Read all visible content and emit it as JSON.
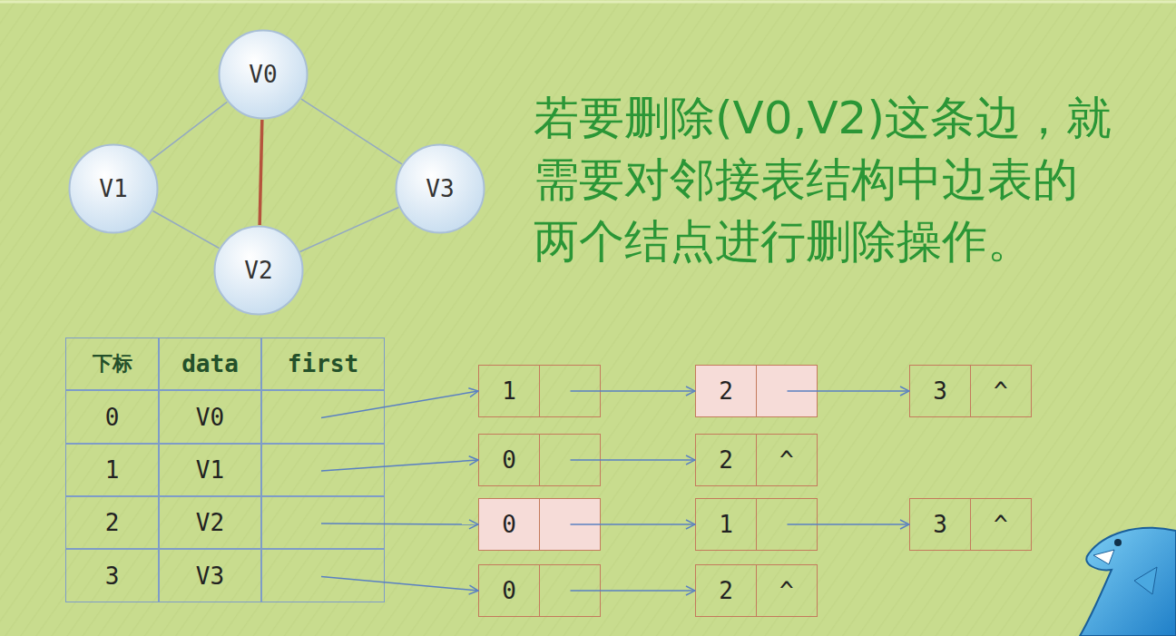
{
  "diagram": {
    "nodes": [
      {
        "text": [
          "V0"
        ]
      },
      {
        "text": [
          "V1"
        ]
      },
      {
        "text": [
          "V2"
        ]
      },
      {
        "text": [
          "V3"
        ]
      },
      {
        "text": [
          "下标",
          "data",
          "first",
          "0",
          "V0",
          "1",
          "V1",
          "2",
          "V2",
          "3",
          "V3"
        ]
      },
      {
        "text": [
          "1"
        ]
      },
      {
        "text": [
          "2"
        ]
      },
      {
        "text": [
          "3",
          "^"
        ]
      },
      {
        "text": [
          "0"
        ]
      },
      {
        "text": [
          "2",
          "^"
        ]
      },
      {
        "text": [
          "0"
        ]
      },
      {
        "text": [
          "1"
        ]
      },
      {
        "text": [
          "3",
          "^"
        ]
      },
      {
        "text": [
          "0"
        ]
      },
      {
        "text": [
          "2",
          "^"
        ]
      }
    ],
    "edges": [
      {
        "from": 0,
        "to": 1,
        "arrow": "none"
      },
      {
        "from": 0,
        "to": 3,
        "arrow": "none"
      },
      {
        "from": 0,
        "to": 2,
        "arrow": "none"
      },
      {
        "from": 1,
        "to": 2,
        "arrow": "none"
      },
      {
        "from": 2,
        "to": 3,
        "arrow": "none"
      },
      {
        "from": 4,
        "to": 5,
        "arrow": "to"
      },
      {
        "from": 4,
        "to": 8,
        "arrow": "to"
      },
      {
        "from": 4,
        "to": 10,
        "arrow": "to"
      },
      {
        "from": 4,
        "to": 13,
        "arrow": "to"
      },
      {
        "from": 5,
        "to": 6,
        "arrow": "to"
      },
      {
        "from": 6,
        "to": 7,
        "arrow": "to"
      },
      {
        "from": 8,
        "to": 9,
        "arrow": "to"
      },
      {
        "from": 10,
        "to": 11,
        "arrow": "to"
      },
      {
        "from": 11,
        "to": 12,
        "arrow": "to"
      },
      {
        "from": 13,
        "to": 14,
        "arrow": "to"
      }
    ],
    "labels": [
      "若要删除(V0,V2)这条边，就 需要对邻接表结构中边表的 两个结点进行删除操作。"
    ]
  }
}
